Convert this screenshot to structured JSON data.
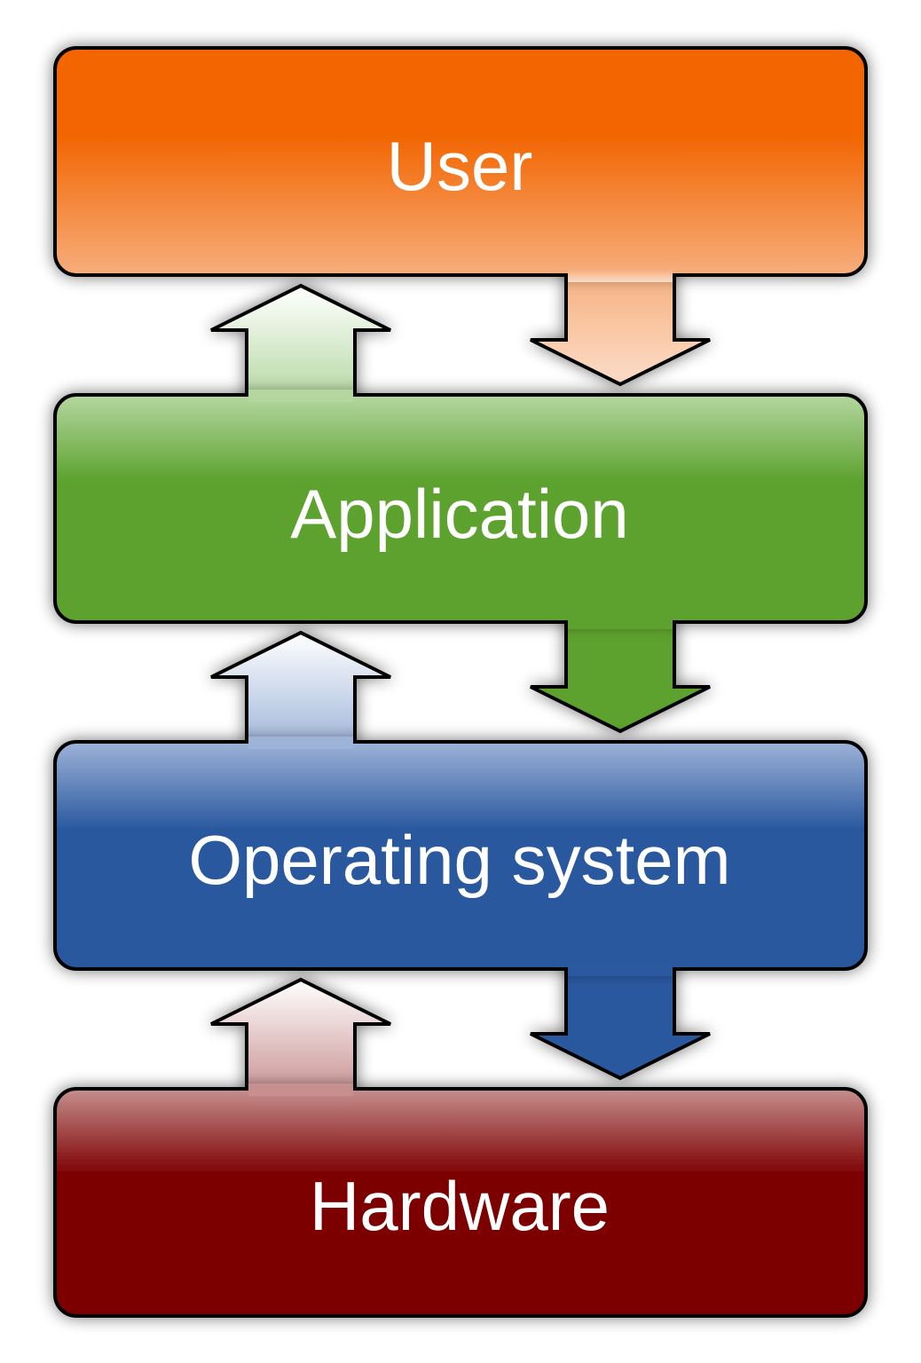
{
  "layers": [
    {
      "label": "User",
      "colors": {
        "top": "#f26500",
        "mid": "#f26500",
        "bottom": "#f7ae7c",
        "up_top": "#ffffff",
        "down_top": "#fbddc8"
      }
    },
    {
      "label": "Application",
      "colors": {
        "top": "#b4d7a0",
        "mid": "#5da22f",
        "bottom": "#5da22f",
        "up_top": "#ffffff",
        "down_top": "#5da22f"
      }
    },
    {
      "label": "Operating system",
      "colors": {
        "top": "#9db3d8",
        "mid": "#2b599f",
        "bottom": "#2b599f",
        "up_top": "#ffffff",
        "down_top": "#2b599f"
      }
    },
    {
      "label": "Hardware",
      "colors": {
        "top": "#c78f8f",
        "mid": "#7c0000",
        "bottom": "#7c0000",
        "up_top": "#ffffff",
        "down_top": "#7c0000"
      }
    }
  ],
  "connectors": [
    {
      "between": [
        "User",
        "Application"
      ],
      "up_arrow_color": "#b4d7a0",
      "down_arrow_color": "#fbddc8"
    },
    {
      "between": [
        "Application",
        "Operating system"
      ],
      "up_arrow_color": "#9db3d8",
      "down_arrow_color": "#5da22f"
    },
    {
      "between": [
        "Operating system",
        "Hardware"
      ],
      "up_arrow_color": "#c78f8f",
      "down_arrow_color": "#2b599f"
    }
  ],
  "outline_color": "#000000",
  "text_color": "#ffffff"
}
